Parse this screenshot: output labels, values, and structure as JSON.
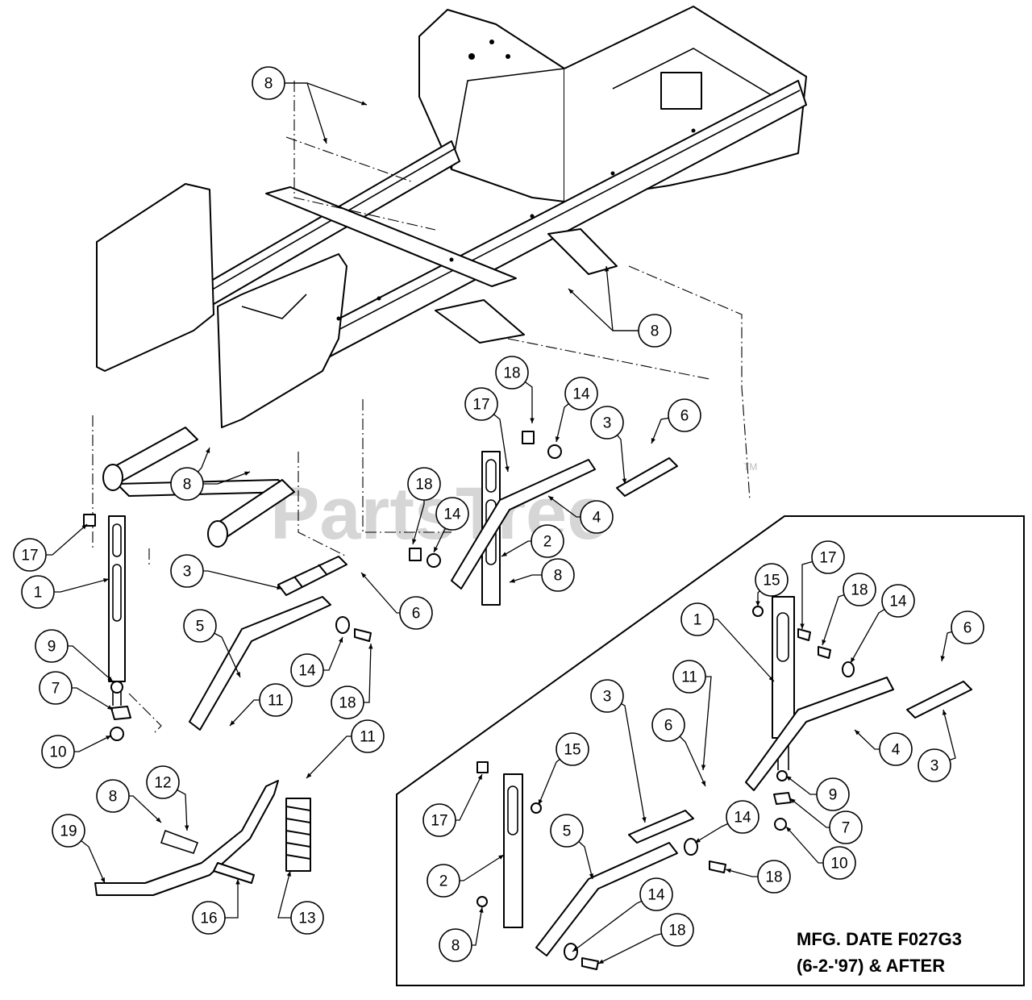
{
  "watermark": {
    "text": "PartsTree",
    "trademark": "TM"
  },
  "inset_note": {
    "line1": "MFG. DATE F027G3",
    "line2": "(6-2-'97) & AFTER"
  },
  "callouts": {
    "c_8a": "8",
    "c_8b": "8",
    "c_8c": "8",
    "c_8d": "8",
    "c_8e": "8",
    "c_18a": "18",
    "c_17a": "17",
    "c_14a": "14",
    "c_3a": "3",
    "c_6a": "6",
    "c_18b": "18",
    "c_14b": "14",
    "c_4a": "4",
    "c_2a": "2",
    "c_17b": "17",
    "c_1a": "1",
    "c_3b": "3",
    "c_6b": "6",
    "c_5a": "5",
    "c_9a": "9",
    "c_7a": "7",
    "c_14c": "14",
    "c_18c": "18",
    "c_11a": "11",
    "c_10a": "10",
    "c_11b": "11",
    "c_12a": "12",
    "c_19a": "19",
    "c_16a": "16",
    "c_13a": "13",
    "c_15a": "15",
    "c_17c": "17",
    "c_18d": "18",
    "c_1b": "1",
    "c_14d": "14",
    "c_6c": "6",
    "c_11c": "11",
    "c_3c": "3",
    "c_6d": "6",
    "c_4b": "4",
    "c_3d": "3",
    "c_9b": "9",
    "c_7b": "7",
    "c_10b": "10",
    "c_15b": "15",
    "c_17d": "17",
    "c_2b": "2",
    "c_5b": "5",
    "c_14e": "14",
    "c_18e": "18",
    "c_14f": "14",
    "c_18f": "18"
  }
}
